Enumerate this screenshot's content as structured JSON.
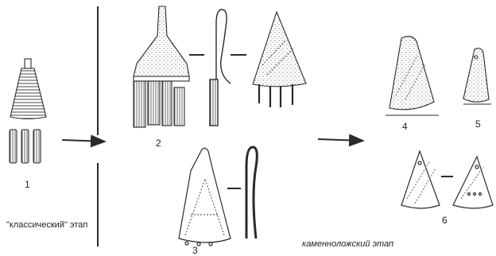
{
  "figures": [
    {
      "label": "1"
    },
    {
      "label": "2"
    },
    {
      "label": "3"
    },
    {
      "label": "4"
    },
    {
      "label": "5"
    },
    {
      "label": "6"
    }
  ],
  "stages": {
    "classic": "\"классический\" этап",
    "kamennolozhsky": "каменноложский этап"
  },
  "colors": {
    "ink": "#2a2a2a",
    "shade": "#555555",
    "paper": "#ffffff"
  }
}
